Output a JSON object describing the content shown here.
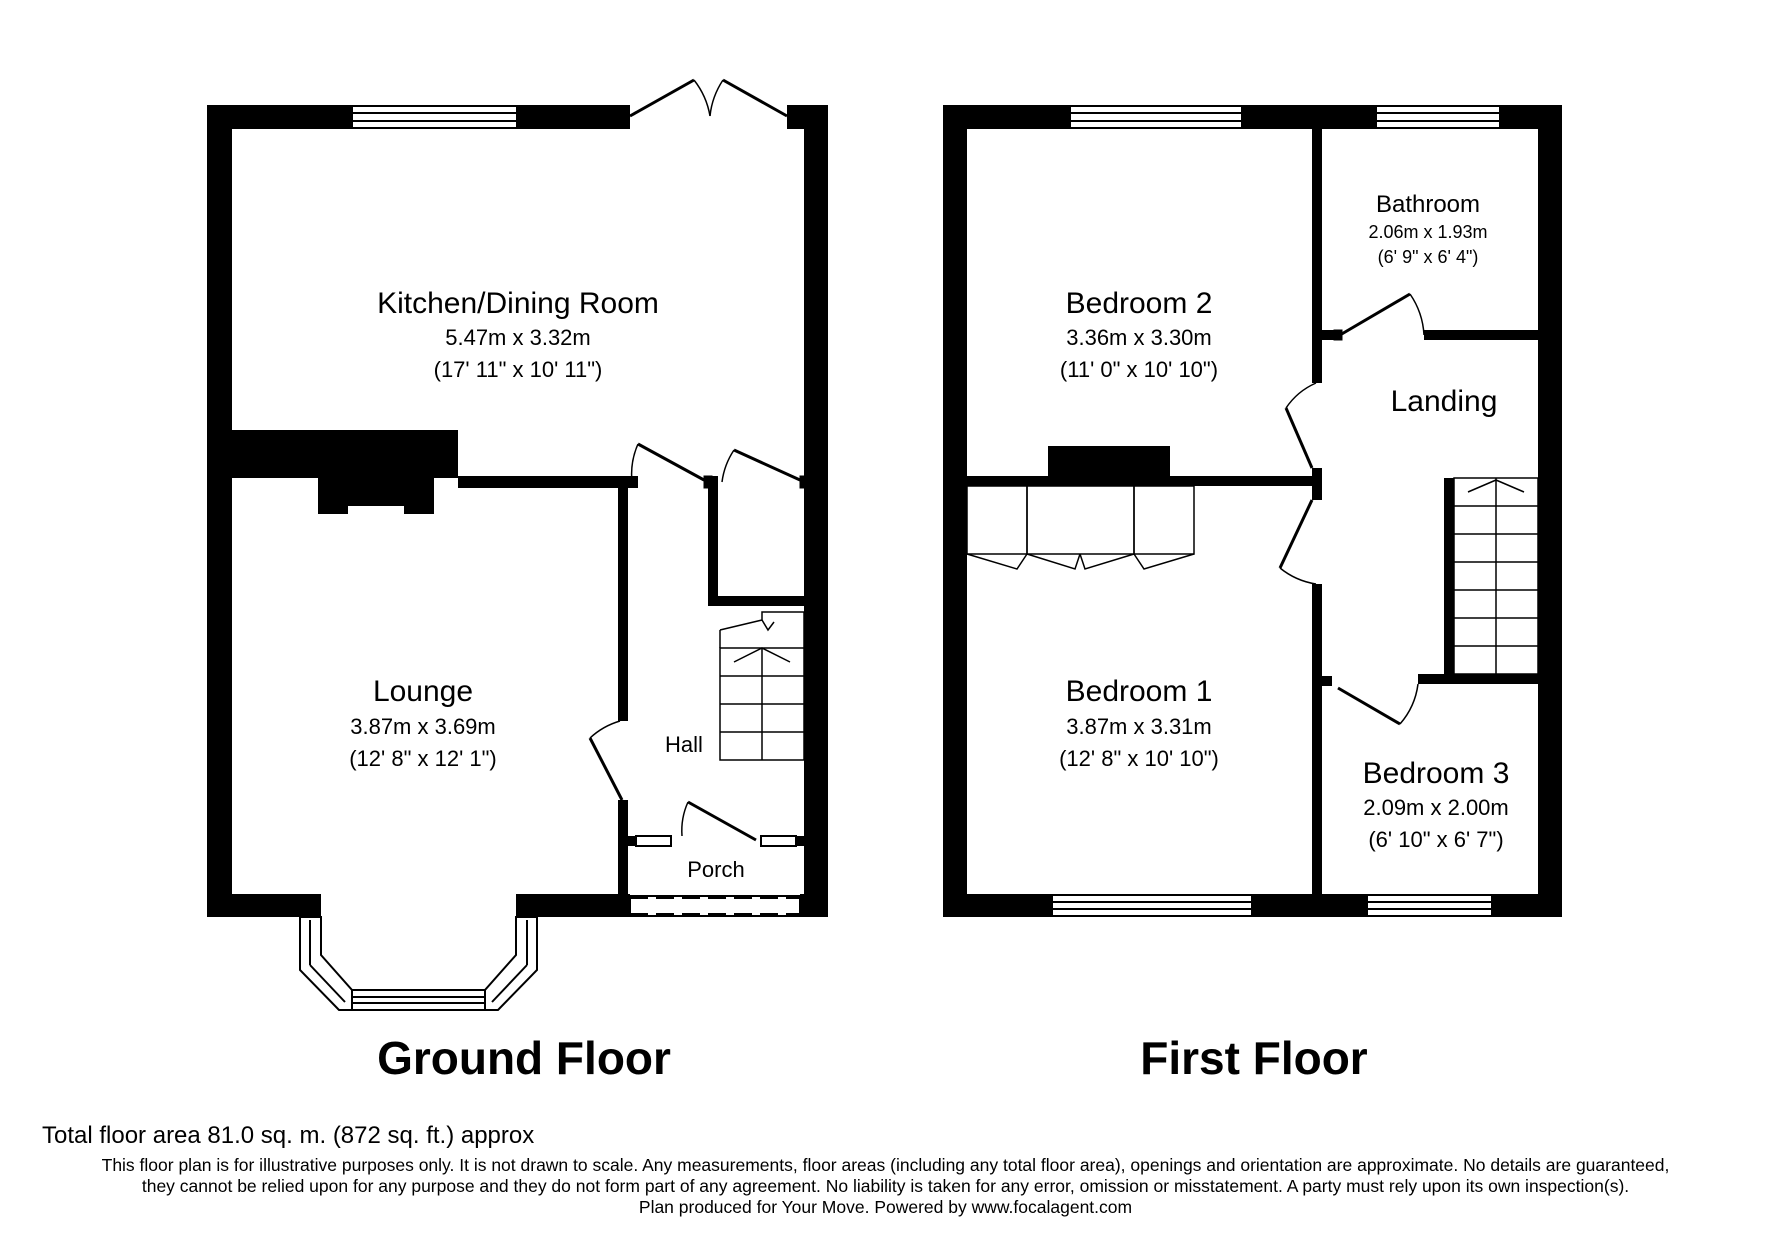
{
  "floors": [
    {
      "title": "Ground Floor",
      "rooms": [
        {
          "name": "Kitchen/Dining Room",
          "metric": "5.47m x 3.32m",
          "imperial": "(17' 11\" x 10' 11\")"
        },
        {
          "name": "Lounge",
          "metric": "3.87m x 3.69m",
          "imperial": "(12' 8\" x 12' 1\")"
        },
        {
          "name": "Hall"
        },
        {
          "name": "Porch"
        }
      ]
    },
    {
      "title": "First Floor",
      "rooms": [
        {
          "name": "Bedroom 2",
          "metric": "3.36m x 3.30m",
          "imperial": "(11' 0\" x 10' 10\")"
        },
        {
          "name": "Bathroom",
          "metric": "2.06m x 1.93m",
          "imperial": "(6' 9\" x 6' 4\")"
        },
        {
          "name": "Landing"
        },
        {
          "name": "Bedroom 1",
          "metric": "3.87m x 3.31m",
          "imperial": "(12' 8\" x 10' 10\")"
        },
        {
          "name": "Bedroom 3",
          "metric": "2.09m x 2.00m",
          "imperial": "(6' 10\" x 6' 7\")"
        }
      ]
    }
  ],
  "footer": {
    "total_area": "Total floor area 81.0 sq. m. (872 sq. ft.) approx",
    "disclaimer_line1": "This floor plan is for illustrative purposes only. It is not drawn to scale. Any measurements, floor areas (including any total floor area), openings and orientation are approximate. No details are guaranteed,",
    "disclaimer_line2": "they cannot be relied upon for any purpose and they do not form part of any agreement. No liability is taken for any error, omission or misstatement. A party must rely upon its own inspection(s).",
    "credit": "Plan produced for Your Move. Powered by www.focalagent.com"
  }
}
